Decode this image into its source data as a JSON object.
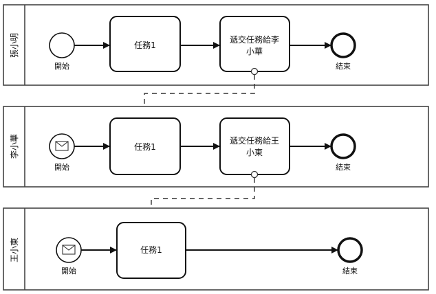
{
  "lanes": [
    {
      "name": "張小明",
      "start_label": "開始",
      "start_type": "none",
      "tasks": [
        {
          "line1": "任務1",
          "line2": ""
        },
        {
          "line1": "遞交任務給李",
          "line2": "小華"
        }
      ],
      "end_label": "結束"
    },
    {
      "name": "李小華",
      "start_label": "開始",
      "start_type": "message",
      "tasks": [
        {
          "line1": "任務1",
          "line2": ""
        },
        {
          "line1": "遞交任務給王",
          "line2": "小東"
        }
      ],
      "end_label": "結束"
    },
    {
      "name": "王小東",
      "start_label": "開始",
      "start_type": "message",
      "tasks": [
        {
          "line1": "任務1",
          "line2": ""
        }
      ],
      "end_label": "結束"
    }
  ]
}
